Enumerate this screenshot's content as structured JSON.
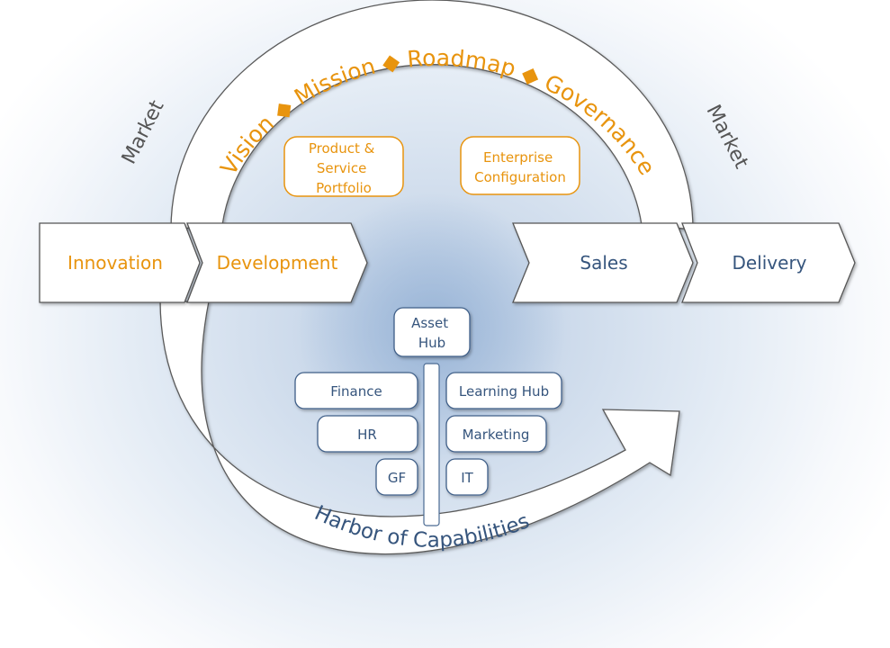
{
  "colors": {
    "orange": "#e8940e",
    "blue": "#36557d",
    "gray": "#555555",
    "box_border_blue": "#3f5f88"
  },
  "market": {
    "left_label": "Market",
    "right_label": "Market"
  },
  "top_arc": {
    "text": "Vision ◆ Mission ◆ Roadmap ◆ Governance"
  },
  "top_boxes": {
    "product": [
      "Product &",
      "Service",
      "Portfolio"
    ],
    "enterprise": [
      "Enterprise",
      "Configuration"
    ]
  },
  "chevrons": {
    "innovation": "Innovation",
    "development": "Development",
    "sales": "Sales",
    "delivery": "Delivery"
  },
  "capabilities": {
    "asset_hub": [
      "Asset",
      "Hub"
    ],
    "finance": "Finance",
    "hr": "HR",
    "gf": "GF",
    "learning_hub": "Learning Hub",
    "marketing": "Marketing",
    "it": "IT"
  },
  "bottom_arc": {
    "text": "Harbor of Capabilities"
  }
}
